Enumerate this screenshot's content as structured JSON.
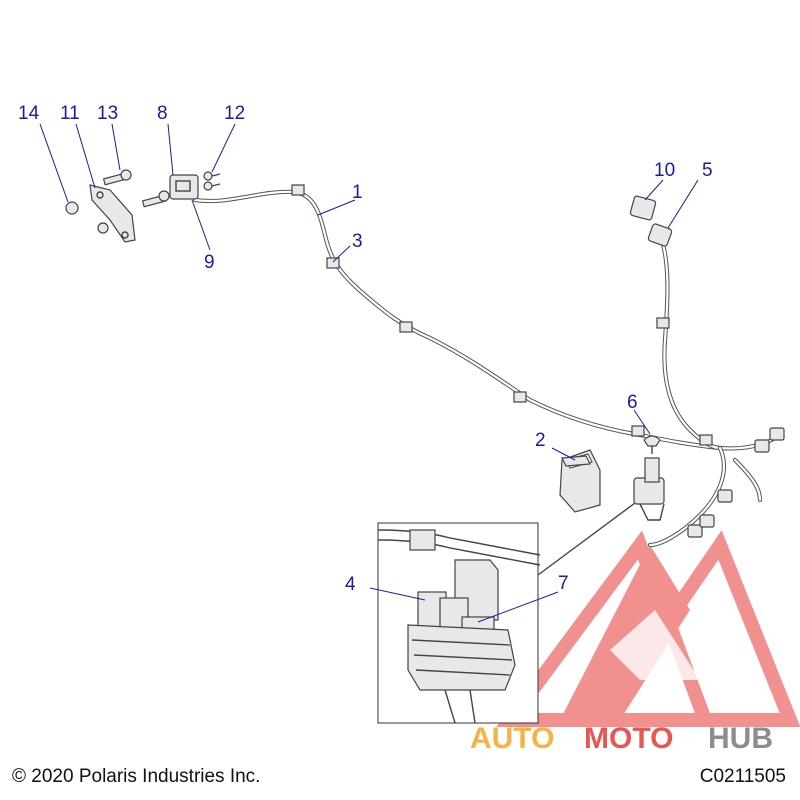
{
  "callouts": [
    "1",
    "2",
    "3",
    "4",
    "5",
    "6",
    "7",
    "8",
    "9",
    "10",
    "11",
    "12",
    "13",
    "14"
  ],
  "footer": {
    "copyright": "© 2020 Polaris Industries Inc.",
    "code": "C0211505"
  },
  "watermark": {
    "part1": "AUTO",
    "part2": "MOTO",
    "part3": "HUB",
    "colors": {
      "red": "#e53935",
      "orange": "#f5a623",
      "gray": "#7a7a7a"
    }
  }
}
